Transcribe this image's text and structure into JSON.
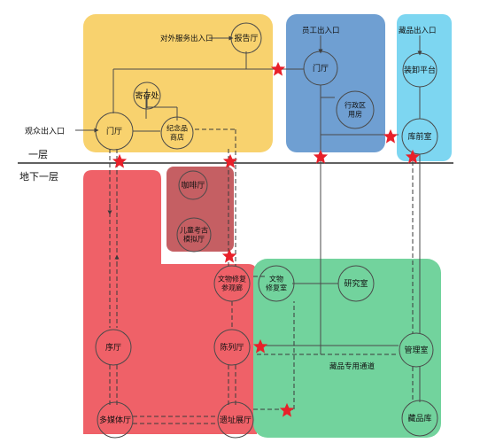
{
  "colors": {
    "zone_public_upper": "#f8d26e",
    "zone_staff": "#6f9fd2",
    "zone_collection_upper": "#7dd6f1",
    "zone_cafe": "#c55f63",
    "zone_public_lower": "#ef6168",
    "zone_collection_lower": "#72d39d",
    "line": "#4a4a4a",
    "star": "#e8202a",
    "floor_line": "#2d2d2d"
  },
  "floor_labels": {
    "upper": "一层",
    "lower": "地下一层"
  },
  "entrances": {
    "visitor": "观众出入口",
    "external_service": "对外服务出入口",
    "staff": "员工出入口",
    "collection": "藏品出入口"
  },
  "rooms": {
    "report_hall": "报告厅",
    "cloakroom": "寄存处",
    "lobby_public": "门厅",
    "souvenir": "纪念品\n商店",
    "lobby_staff": "门厅",
    "admin": "行政区\n用房",
    "unloading": "装卸平台",
    "storage_front": "库前室",
    "cafe": "咖啡厅",
    "kids": "儿童考古\n模拟厅",
    "restoration_corridor": "文物修复\n参观廊",
    "restoration_room": "文物\n修复室",
    "research": "研究室",
    "prelude": "序厅",
    "exhibition": "陈列厅",
    "management": "管理室",
    "multimedia": "多媒体厅",
    "site_hall": "遗址展厅",
    "collection_store": "藏品库"
  },
  "corridor_label": "藏品专用通道"
}
